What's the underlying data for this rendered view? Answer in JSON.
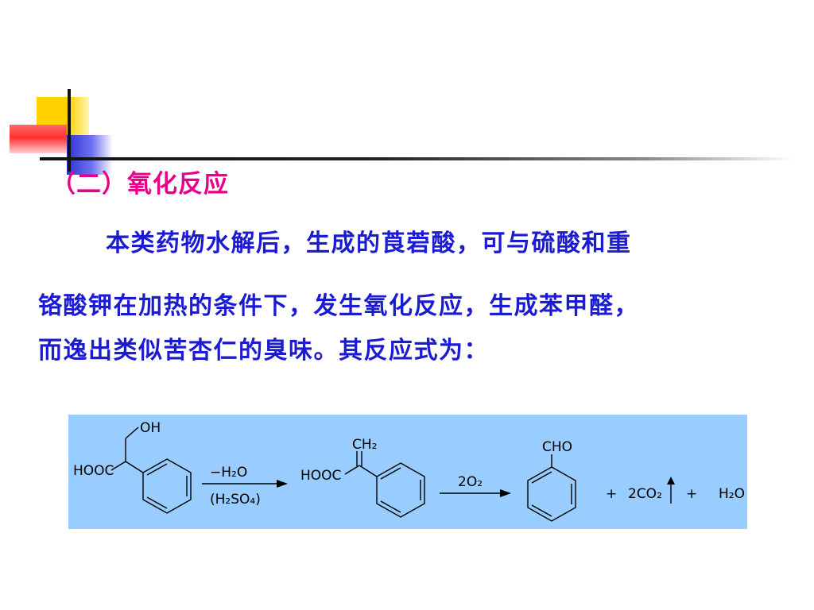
{
  "slide": {
    "title": "（二）氧化反应",
    "paragraph": {
      "line1": "本类药物水解后，生成的莨菪酸，可与硫酸和重",
      "line2": "铬酸钾在加热的条件下，发生氧化反应，生成苯甲醛，",
      "line3": "而逸出类似苦杏仁的臭味。其反应式为："
    }
  },
  "colors": {
    "title": "#e8008a",
    "body_text": "#1b1bd1",
    "reaction_background": "#99ccff",
    "deco_yellow": "#ffd200",
    "deco_blue": "#2f33d6",
    "deco_red": "#ff3030"
  },
  "reaction": {
    "reactant": {
      "hydroxyl": "OH",
      "acid_group": "HOOC"
    },
    "step1": {
      "reagent_top": "−H₂O",
      "reagent_bottom": "(H₂SO₄)"
    },
    "intermediate": {
      "methylene": "CH₂",
      "acid_group": "HOOC"
    },
    "step2": {
      "reagent_top": "2O₂"
    },
    "product": {
      "aldehyde": "CHO"
    },
    "byproducts": {
      "plus1": "+",
      "co2": "2CO₂",
      "gas_arrow": "↑",
      "plus2": "+",
      "water": "H₂O"
    }
  }
}
